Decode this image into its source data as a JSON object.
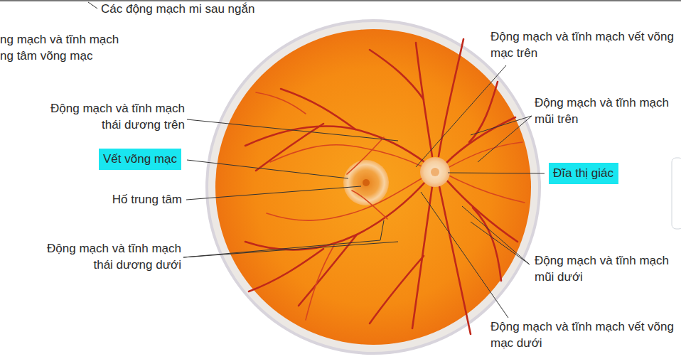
{
  "diagram": {
    "nodes": [
      {
        "text": [
          "Vết võng mạc"
        ]
      },
      {
        "text": [
          "Đĩa thị giác"
        ]
      }
    ],
    "labels": [
      "Các động mạch mi sau ngắn",
      "ng mạch và tĩnh mạch ng tâm võng mạc",
      "Động mạch và tĩnh mạch thái dương trên",
      "Hố trung tâm",
      "Động mạch và tĩnh mạch thái dương dưới",
      "Động mạch và tĩnh mạch vết võng mạc trên",
      "Động mạch và tĩnh mạch mũi trên",
      "Động mạch và tĩnh mạch mũi dưới",
      "Động mạch và tĩnh mạch vết võng mạc dưới"
    ]
  }
}
